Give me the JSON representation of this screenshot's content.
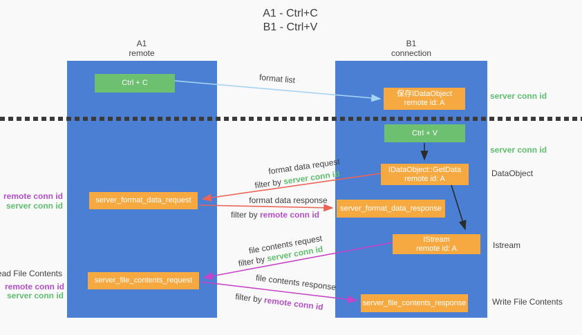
{
  "title": {
    "line1": "A1 - Ctrl+C",
    "line2": "B1 - Ctrl+V"
  },
  "columns": {
    "left": {
      "name": "A1",
      "subtitle": "remote"
    },
    "right": {
      "name": "B1",
      "subtitle": "connection"
    }
  },
  "nodes": {
    "ctrl_c": {
      "label": "Ctrl + C"
    },
    "ctrl_v": {
      "label": "Ctrl + V"
    },
    "save_idataobject": {
      "line1": "保存IDataObject",
      "line2": "remote id: A"
    },
    "getdata": {
      "line1": "IDataObject::GetData",
      "line2": "remote id: A"
    },
    "istream": {
      "line1": "IStream",
      "line2": "remote id: A"
    },
    "format_request": {
      "label": "server_format_data_request"
    },
    "format_response": {
      "label": "server_format_data_response"
    },
    "file_request": {
      "label": "server_file_contents_request"
    },
    "file_response": {
      "label": "server_file_contents_response"
    }
  },
  "edge_labels": {
    "format_list": "format list",
    "format_data_request": "format data request",
    "format_data_response": "format data response",
    "file_contents_request": "file contents request",
    "file_contents_response": "file contents response",
    "filter_by": "filter by ",
    "server_conn_id": "server conn id",
    "remote_conn_id": "remote conn id"
  },
  "side_labels": {
    "right_server_conn_id_top": "server conn id",
    "right_server_conn_id_mid": "server conn id",
    "right_dataobject": "DataObject",
    "right_istream": "Istream",
    "right_write_file_contents": "Write File Contents",
    "left_remote_conn_id_top": "remote conn id",
    "left_server_conn_id_top": "server conn id",
    "left_read_file_contents": "Read File Contents",
    "left_remote_conn_id_bottom": "remote conn id",
    "left_server_conn_id_bottom": "server conn id"
  },
  "colors": {
    "lifeline_blue": "#4a7fd4",
    "node_green": "#6dc06f",
    "node_orange": "#f7a941",
    "arrow_light_blue": "#a6d3f2",
    "arrow_red": "#ec6357",
    "arrow_magenta": "#c743c9",
    "arrow_black": "#2b2b2b",
    "text_green": "#5fbe6e",
    "text_purple": "#b34fc5",
    "text_dark": "#3f3f3f",
    "background": "#f9f9f9"
  }
}
